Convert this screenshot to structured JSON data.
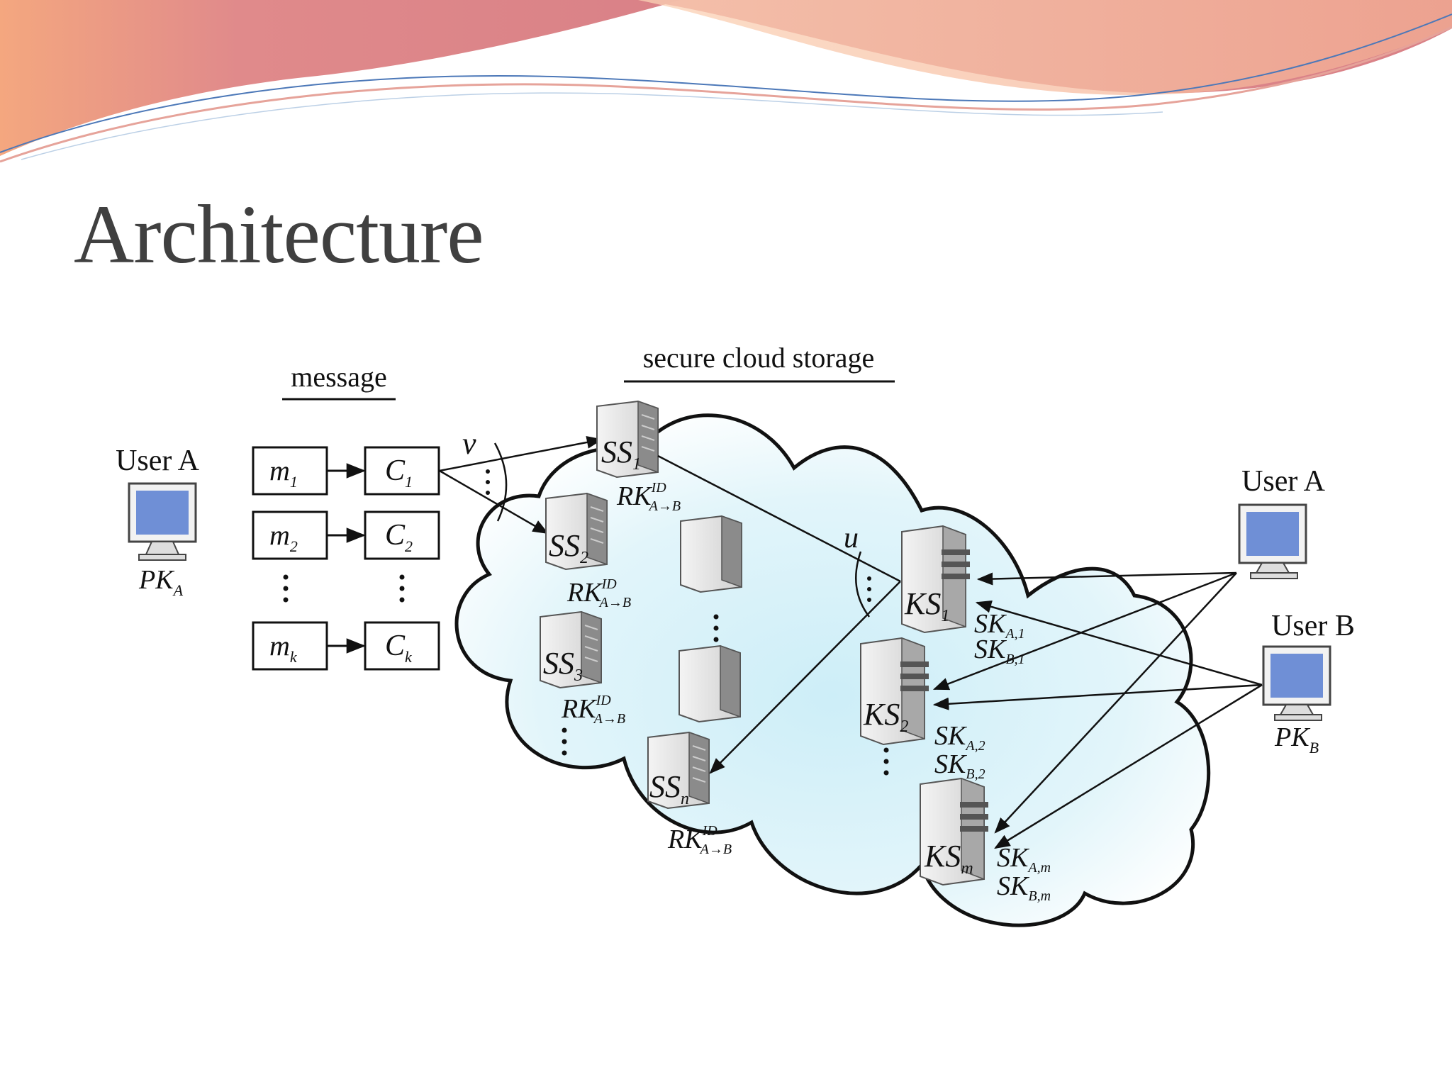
{
  "slide": {
    "title": "Architecture"
  },
  "diagram": {
    "message_heading": "message",
    "cloud_heading": "secure cloud storage",
    "messages": [
      "m",
      "m",
      "m"
    ],
    "message_subs": [
      "1",
      "2",
      "k"
    ],
    "ciphertexts": [
      "C",
      "C",
      "C"
    ],
    "cipher_subs": [
      "1",
      "2",
      "k"
    ],
    "left_user": {
      "name": "User A",
      "key_label": "PK",
      "key_sub": "A"
    },
    "right_users": [
      {
        "name": "User A"
      },
      {
        "name": "User B",
        "key_label": "PK",
        "key_sub": "B"
      }
    ],
    "storage_servers": [
      {
        "label": "SS",
        "sub": "1"
      },
      {
        "label": "SS",
        "sub": "2"
      },
      {
        "label": "SS",
        "sub": "3"
      },
      {
        "label": "SS",
        "sub": "n"
      }
    ],
    "rekey": {
      "label": "RK",
      "sup": "ID",
      "sub": "A→B"
    },
    "key_servers": [
      {
        "label": "KS",
        "sub": "1",
        "keys": [
          {
            "label": "SK",
            "sub": "A,1"
          },
          {
            "label": "SK",
            "sub": "B,1"
          }
        ]
      },
      {
        "label": "KS",
        "sub": "2",
        "keys": [
          {
            "label": "SK",
            "sub": "A,2"
          },
          {
            "label": "SK",
            "sub": "B,2"
          }
        ]
      },
      {
        "label": "KS",
        "sub": "m",
        "keys": [
          {
            "label": "SK",
            "sub": "A,m"
          },
          {
            "label": "SK",
            "sub": "B,m"
          }
        ]
      }
    ],
    "angle_v": "v",
    "angle_u": "u"
  },
  "colors": {
    "header_red": "#d9828a",
    "header_orange": "#f2a98a",
    "cloud_fill": "#d6f0f7",
    "monitor_screen": "#6f8fd6"
  }
}
